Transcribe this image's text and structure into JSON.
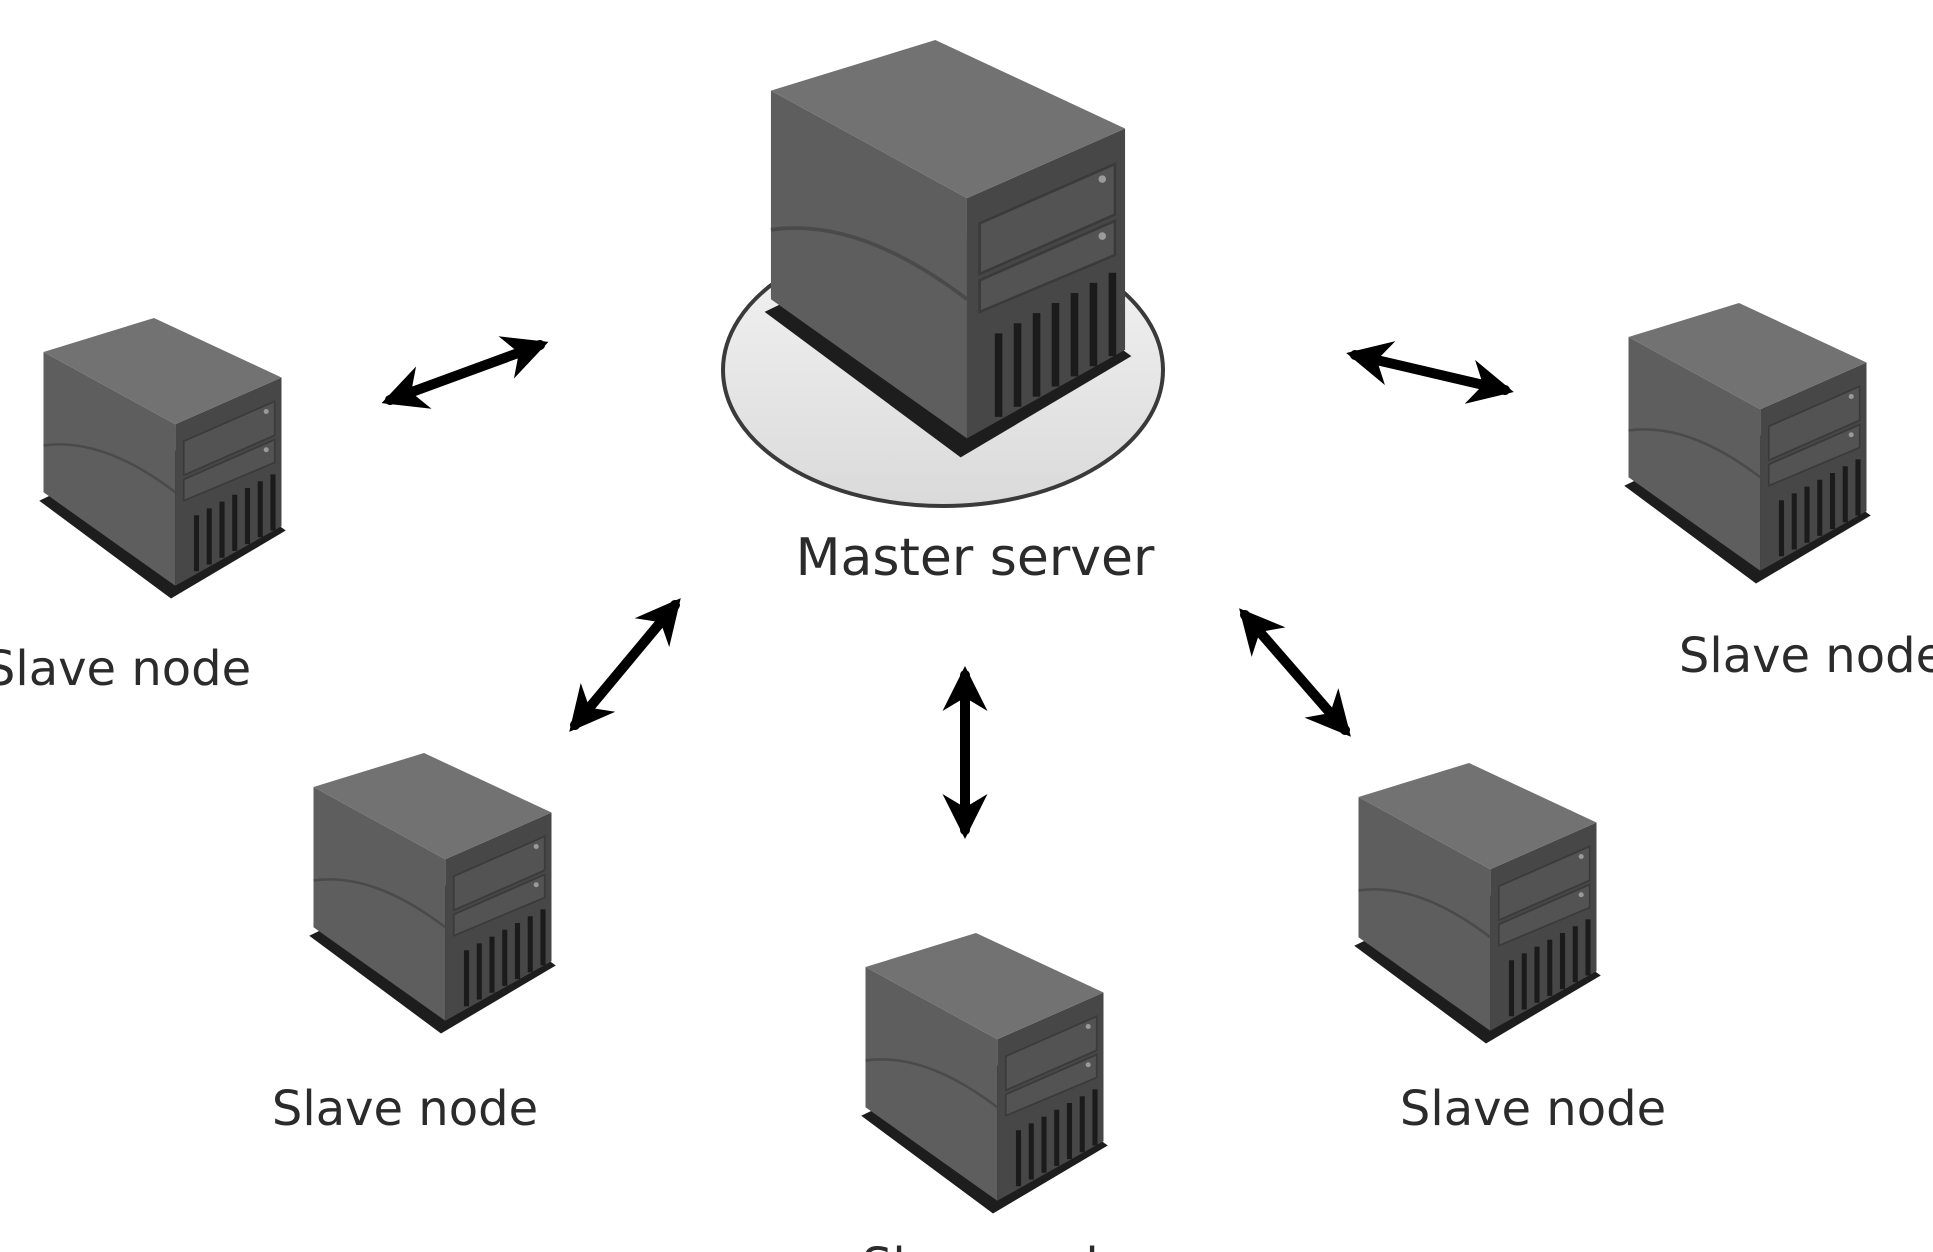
{
  "master": {
    "label": "Master server"
  },
  "slaves": [
    {
      "label": "Slave node"
    },
    {
      "label": "Slave node"
    },
    {
      "label": "Slave node"
    },
    {
      "label": "Slave node"
    },
    {
      "label": "Slave node"
    }
  ],
  "colors": {
    "server_front": "#5f5f5f",
    "server_side": "#3b3b3b",
    "server_top": "#6e6e6e",
    "server_base": "#1e1e1e",
    "arrow": "#000000",
    "platform": "#e6e6e6"
  }
}
